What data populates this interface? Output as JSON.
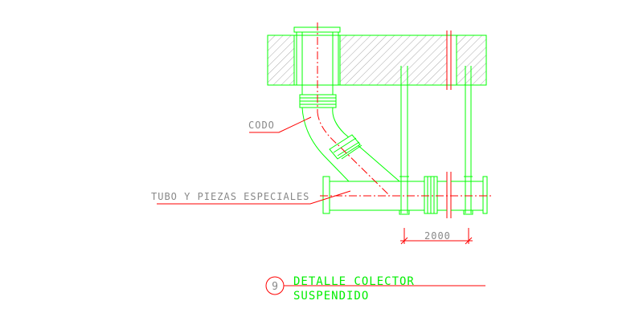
{
  "labels": {
    "elbow": "CODO",
    "pipe": "TUBO Y PIEZAS ESPECIALES",
    "dimension": "2000",
    "detail_number": "9",
    "title_line1": "DETALLE COLECTOR",
    "title_line2": "SUSPENDIDO"
  },
  "colors": {
    "pipe": "#00ff00",
    "cut": "#ff0000",
    "hatch": "#aaaaaa",
    "label_text": "#888888",
    "title_text": "#00ee00",
    "background": "#ffffff"
  }
}
